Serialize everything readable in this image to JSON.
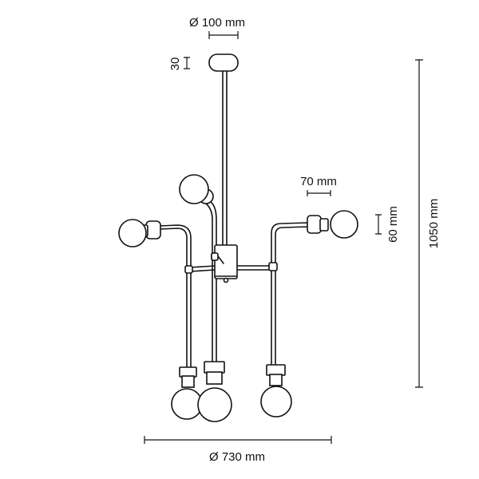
{
  "dimensions": {
    "canopy_diameter": "Ø 100 mm",
    "canopy_height": "30",
    "socket_width": "70 mm",
    "socket_height": "60 mm",
    "total_height": "1050 mm",
    "total_diameter": "Ø 730 mm"
  },
  "colors": {
    "line": "#111111",
    "background": "#ffffff"
  }
}
